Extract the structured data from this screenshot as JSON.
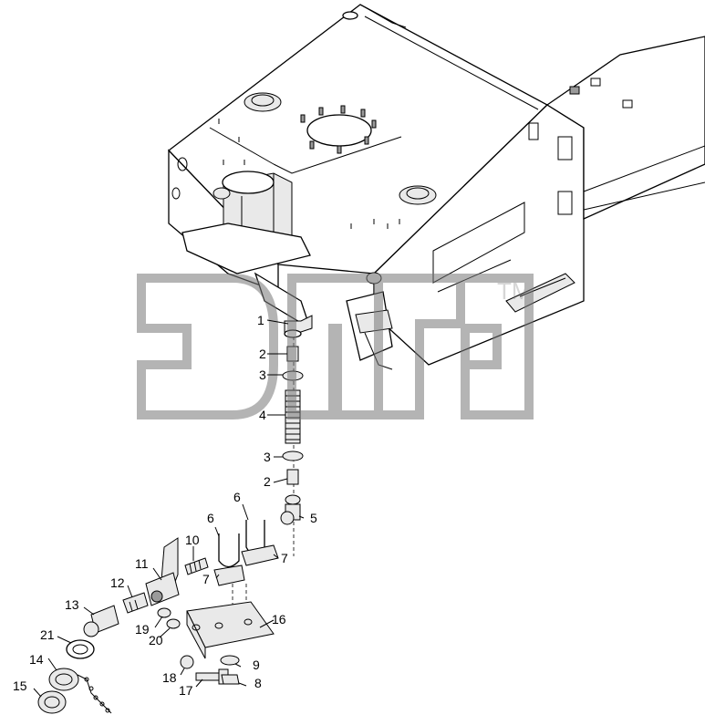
{
  "diagram": {
    "watermark": {
      "trademark": "TM"
    },
    "callouts": [
      {
        "id": "c1",
        "label": "1"
      },
      {
        "id": "c2a",
        "label": "2"
      },
      {
        "id": "c3a",
        "label": "3"
      },
      {
        "id": "c4",
        "label": "4"
      },
      {
        "id": "c3b",
        "label": "3"
      },
      {
        "id": "c2b",
        "label": "2"
      },
      {
        "id": "c5",
        "label": "5"
      },
      {
        "id": "c6a",
        "label": "6"
      },
      {
        "id": "c6b",
        "label": "6"
      },
      {
        "id": "c7a",
        "label": "7"
      },
      {
        "id": "c7b",
        "label": "7"
      },
      {
        "id": "c10",
        "label": "10"
      },
      {
        "id": "c11",
        "label": "11"
      },
      {
        "id": "c12",
        "label": "12"
      },
      {
        "id": "c13",
        "label": "13"
      },
      {
        "id": "c16",
        "label": "16"
      },
      {
        "id": "c19",
        "label": "19"
      },
      {
        "id": "c20",
        "label": "20"
      },
      {
        "id": "c21",
        "label": "21"
      },
      {
        "id": "c14",
        "label": "14"
      },
      {
        "id": "c15",
        "label": "15"
      },
      {
        "id": "c9",
        "label": "9"
      },
      {
        "id": "c18",
        "label": "18"
      },
      {
        "id": "c17",
        "label": "17"
      },
      {
        "id": "c8",
        "label": "8"
      }
    ]
  }
}
